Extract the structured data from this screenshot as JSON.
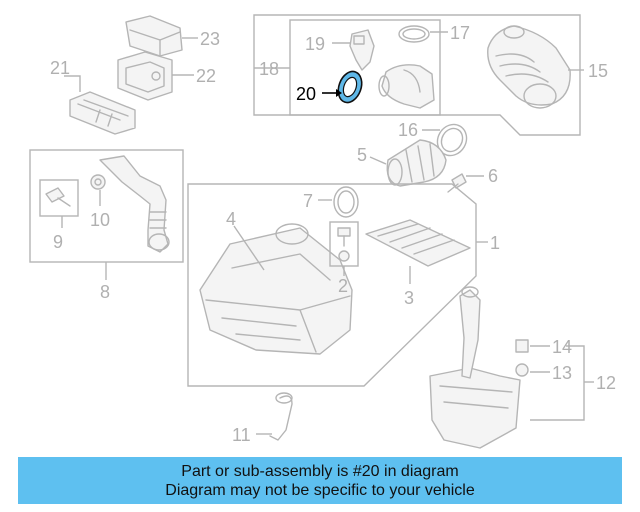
{
  "diagram": {
    "callouts": {
      "c1": "1",
      "c2": "2",
      "c3": "3",
      "c4": "4",
      "c5": "5",
      "c6": "6",
      "c7": "7",
      "c8": "8",
      "c9": "9",
      "c10": "10",
      "c11": "11",
      "c12": "12",
      "c13": "13",
      "c14": "14",
      "c15": "15",
      "c16": "16",
      "c17": "17",
      "c18": "18",
      "c19": "19",
      "c20": "20",
      "c21": "21",
      "c22": "22",
      "c23": "23"
    },
    "highlighted_part": "20",
    "highlight_color": "#5fb8e8"
  },
  "banner": {
    "line1": "Part or sub-assembly is #20 in diagram",
    "line2": "Diagram may not be specific to your vehicle",
    "background": "#5ec0f0"
  }
}
